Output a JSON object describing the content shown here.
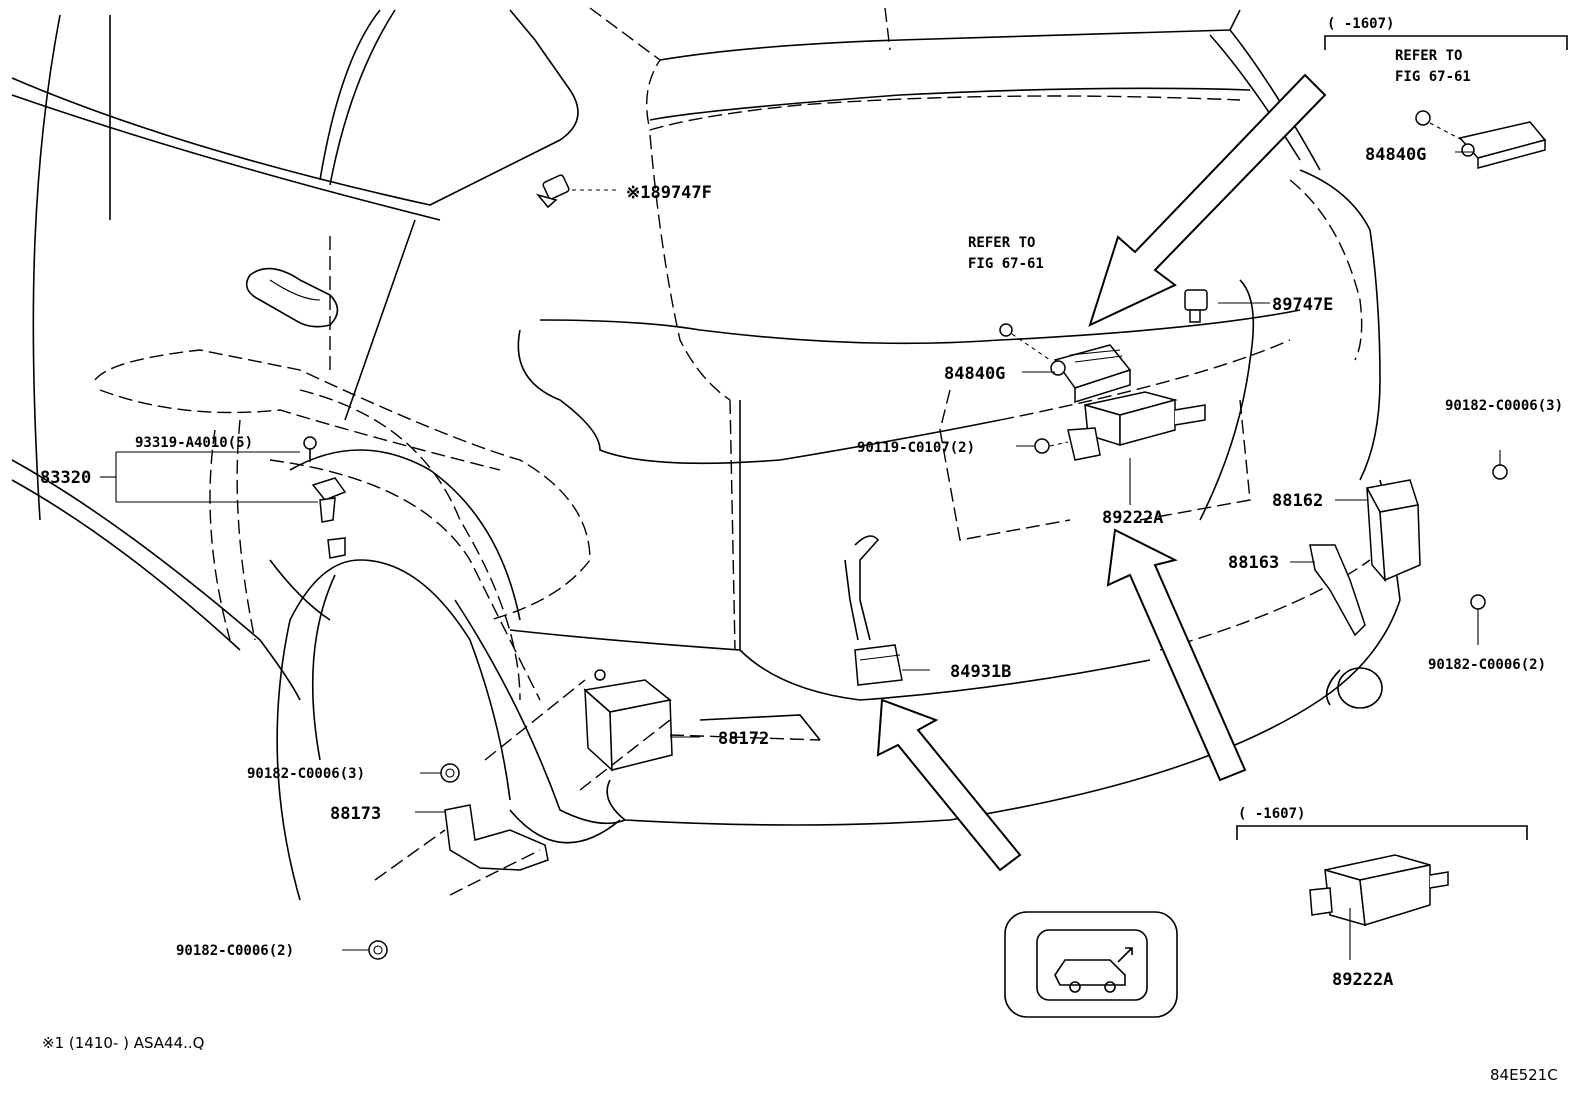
{
  "diagram": {
    "drawing_code": "84E521C",
    "footnote": "※1 (1410-      ) ASA44..Q",
    "refer_to": [
      "REFER TO",
      "FIG 67-61"
    ],
    "inset_label": "(      -1607)",
    "labels": {
      "p89747F": "※189747F",
      "p89747E": "89747E",
      "p84840G_mid": "84840G",
      "p84840G_top": "84840G",
      "p90119": "90119-C0107(2)",
      "p89222A_mid": "89222A",
      "p89222A_inset": "89222A",
      "p93319": "93319-A4010(5)",
      "p83320": "83320",
      "p88162": "88162",
      "p88163": "88163",
      "p90182_r3": "90182-C0006(3)",
      "p90182_r2": "90182-C0006(2)",
      "p84931B": "84931B",
      "p88172": "88172",
      "p90182_l3": "90182-C0006(3)",
      "p88173": "88173",
      "p90182_l2": "90182-C0006(2)"
    }
  }
}
